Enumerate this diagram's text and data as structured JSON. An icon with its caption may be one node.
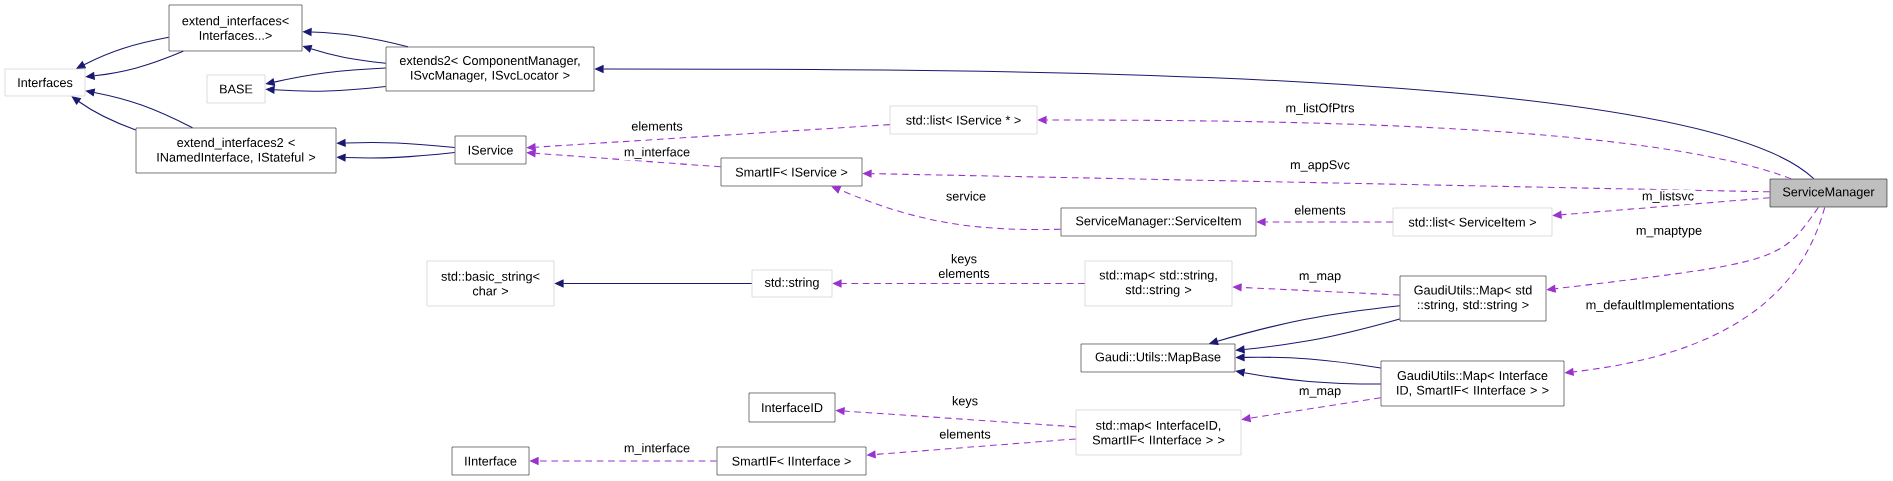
{
  "diagram": {
    "nodes": [
      {
        "text": [
          "Interfaces"
        ]
      },
      {
        "text": [
          "extend_interfaces< Interfaces...>"
        ]
      },
      {
        "text": [
          "BASE"
        ]
      },
      {
        "text": [
          "extends2< ComponentManager, ISvcManager, ISvcLocator >"
        ]
      },
      {
        "text": [
          "extend_interfaces2 < INamedInterface, IStateful >"
        ]
      },
      {
        "text": [
          "IService"
        ]
      },
      {
        "text": [
          "std::list< IService * >"
        ]
      },
      {
        "text": [
          "SmartIF< IService >"
        ]
      },
      {
        "text": [
          "ServiceManager::ServiceItem"
        ]
      },
      {
        "text": [
          "std::list< ServiceItem >"
        ]
      },
      {
        "text": [
          "ServiceManager"
        ]
      },
      {
        "text": [
          "std::basic_string< char >"
        ]
      },
      {
        "text": [
          "std::string"
        ]
      },
      {
        "text": [
          "std::map< std::string, std::string >"
        ]
      },
      {
        "text": [
          "GaudiUtils::Map< std ::string, std::string >"
        ]
      },
      {
        "text": [
          "Gaudi::Utils::MapBase"
        ]
      },
      {
        "text": [
          "GaudiUtils::Map< Interface ID, SmartIF< IInterface > >"
        ]
      },
      {
        "text": [
          "InterfaceID"
        ]
      },
      {
        "text": [
          "std::map< InterfaceID, SmartIF< IInterface > >"
        ]
      },
      {
        "text": [
          "IInterface"
        ]
      },
      {
        "text": [
          "SmartIF< IInterface >"
        ]
      }
    ],
    "edges": [
      {
        "from": 1,
        "to": 0,
        "arrow": "to"
      },
      {
        "from": 1,
        "to": 0,
        "arrow": "to"
      },
      {
        "from": 4,
        "to": 0,
        "arrow": "to"
      },
      {
        "from": 4,
        "to": 0,
        "arrow": "to"
      },
      {
        "from": 3,
        "to": 1,
        "arrow": "to"
      },
      {
        "from": 3,
        "to": 1,
        "arrow": "to"
      },
      {
        "from": 3,
        "to": 2,
        "arrow": "to"
      },
      {
        "from": 3,
        "to": 2,
        "arrow": "to"
      },
      {
        "from": 10,
        "to": 3,
        "arrow": "to"
      },
      {
        "from": 5,
        "to": 4,
        "arrow": "to"
      },
      {
        "from": 5,
        "to": 4,
        "arrow": "to"
      },
      {
        "from": 6,
        "to": 5,
        "arrow": "to",
        "label": "elements",
        "style": "dashed",
        "color": "#9a32cd"
      },
      {
        "from": 7,
        "to": 5,
        "arrow": "to",
        "label": "m_interface",
        "style": "dashed",
        "color": "#9a32cd"
      },
      {
        "from": 10,
        "to": 6,
        "arrow": "to",
        "label": "m_listOfPtrs",
        "style": "dashed",
        "color": "#9a32cd"
      },
      {
        "from": 10,
        "to": 7,
        "arrow": "to",
        "label": "m_appSvc",
        "style": "dashed",
        "color": "#9a32cd"
      },
      {
        "from": 8,
        "to": 7,
        "arrow": "to",
        "label": "service",
        "style": "dashed",
        "color": "#9a32cd"
      },
      {
        "from": 10,
        "to": 9,
        "arrow": "to",
        "label": "m_listsvc",
        "style": "dashed",
        "color": "#9a32cd"
      },
      {
        "from": 9,
        "to": 8,
        "arrow": "to",
        "label": "elements",
        "style": "dashed",
        "color": "#9a32cd"
      },
      {
        "from": 12,
        "to": 11,
        "arrow": "to"
      },
      {
        "from": 13,
        "to": 12,
        "arrow": "to",
        "label": "keys elements",
        "style": "dashed",
        "color": "#9a32cd"
      },
      {
        "from": 14,
        "to": 13,
        "arrow": "to",
        "label": "m_map",
        "style": "dashed",
        "color": "#9a32cd"
      },
      {
        "from": 10,
        "to": 14,
        "arrow": "to",
        "label": "m_maptype",
        "style": "dashed",
        "color": "#9a32cd"
      },
      {
        "from": 14,
        "to": 15,
        "arrow": "to"
      },
      {
        "from": 14,
        "to": 15,
        "arrow": "to"
      },
      {
        "from": 16,
        "to": 15,
        "arrow": "to"
      },
      {
        "from": 16,
        "to": 15,
        "arrow": "to"
      },
      {
        "from": 10,
        "to": 16,
        "arrow": "to",
        "label": "m_defaultImplementations",
        "style": "dashed",
        "color": "#9a32cd"
      },
      {
        "from": 16,
        "to": 18,
        "arrow": "to",
        "label": "m_map",
        "style": "dashed",
        "color": "#9a32cd"
      },
      {
        "from": 18,
        "to": 17,
        "arrow": "to",
        "label": "keys",
        "style": "dashed",
        "color": "#9a32cd"
      },
      {
        "from": 18,
        "to": 20,
        "arrow": "to",
        "label": "elements",
        "style": "dashed",
        "color": "#9a32cd"
      },
      {
        "from": 20,
        "to": 19,
        "arrow": "to",
        "label": "m_interface",
        "style": "dashed",
        "color": "#9a32cd"
      }
    ]
  }
}
